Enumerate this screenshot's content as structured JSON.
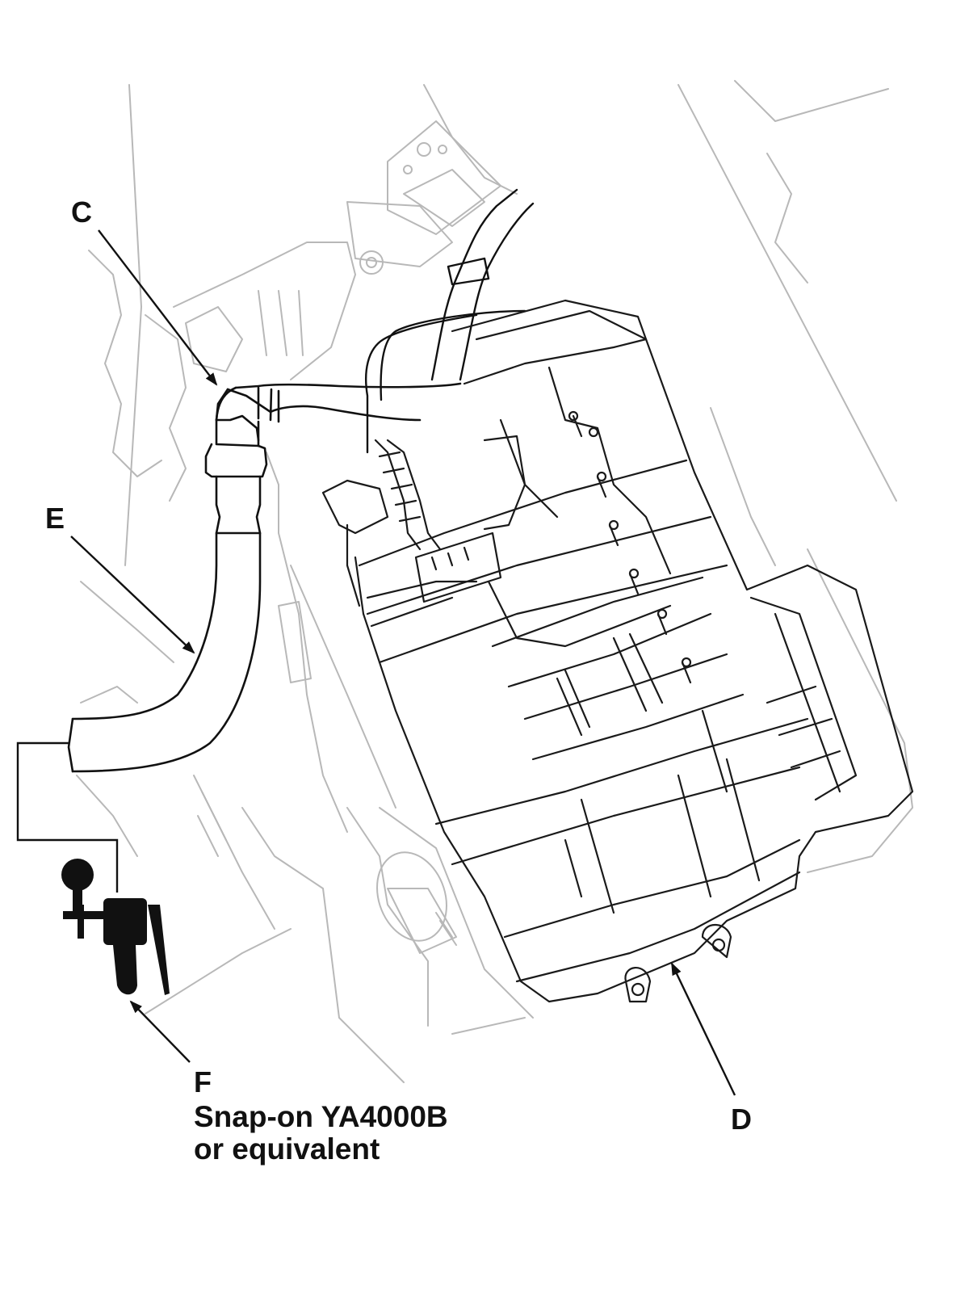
{
  "labels": {
    "c": "C",
    "d": "D",
    "e": "E",
    "f": "F",
    "f_note_line1": "Snap-on YA4000B",
    "f_note_line2": "or equivalent"
  },
  "colors": {
    "line_art": "#111111",
    "background_art": "#b8b8b8",
    "background": "#ffffff"
  }
}
